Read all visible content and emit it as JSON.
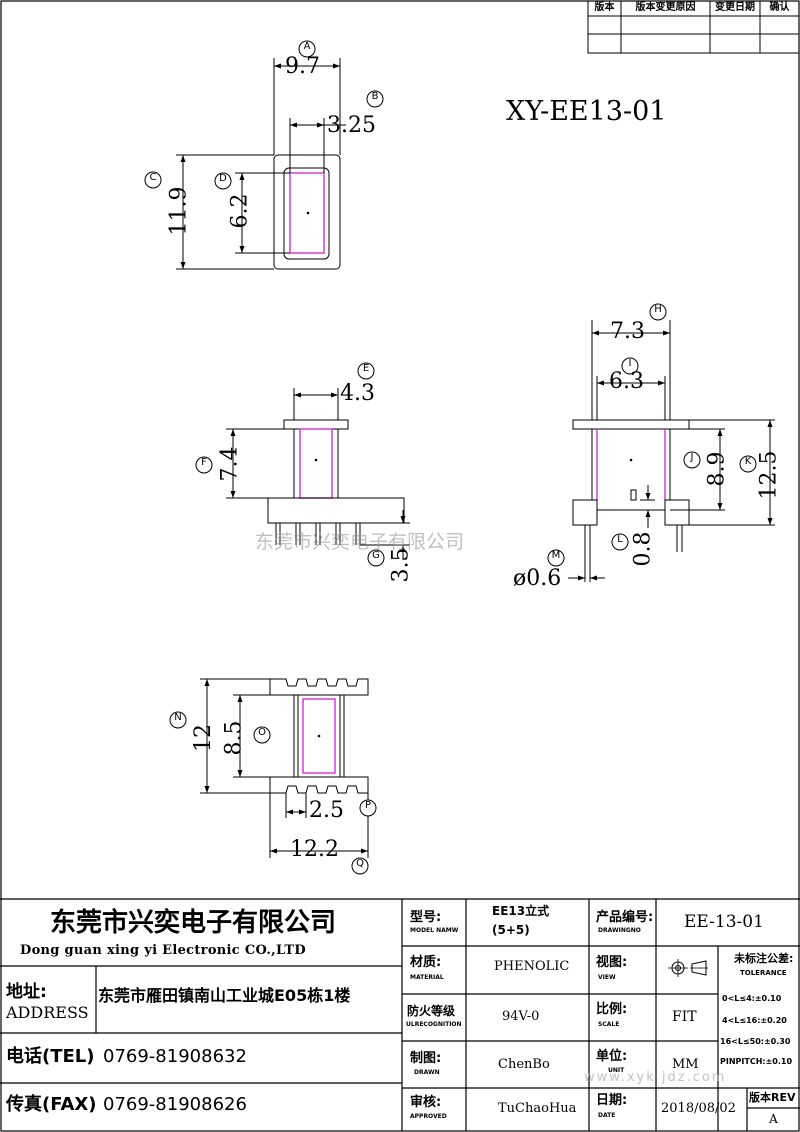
{
  "revision_table": {
    "headers": [
      "版本",
      "版本变更原因",
      "变更日期",
      "确认"
    ]
  },
  "drawing_title": "XY-EE13-01",
  "views": {
    "top": {
      "dims": [
        {
          "tag": "A",
          "value": "9.7"
        },
        {
          "tag": "B",
          "value": "3.25"
        },
        {
          "tag": "C",
          "value": "11.9"
        },
        {
          "tag": "D",
          "value": "6.2"
        }
      ]
    },
    "front": {
      "dims": [
        {
          "tag": "E",
          "value": "4.3"
        },
        {
          "tag": "F",
          "value": "7.4"
        },
        {
          "tag": "G",
          "value": "3.5"
        }
      ]
    },
    "side": {
      "dims": [
        {
          "tag": "H",
          "value": "7.3"
        },
        {
          "tag": "I",
          "value": "6.3"
        },
        {
          "tag": "J",
          "value": "8.9"
        },
        {
          "tag": "K",
          "value": "12.5"
        },
        {
          "tag": "L",
          "value": "0.8"
        },
        {
          "tag": "M",
          "value": "ø0.6"
        }
      ]
    },
    "bottom": {
      "dims": [
        {
          "tag": "N",
          "value": "12"
        },
        {
          "tag": "O",
          "value": "8.5"
        },
        {
          "tag": "P",
          "value": "2.5"
        },
        {
          "tag": "Q",
          "value": "12.2"
        }
      ]
    }
  },
  "watermark": "东莞市兴奕电子有限公司",
  "watermark_url": "www.xyk jdz.com",
  "title_block": {
    "company_cn": "东莞市兴奕电子有限公司",
    "company_en": "Dong guan xing yi Electronic CO.,LTD",
    "address_label_cn": "地址:",
    "address_label_en": "ADDRESS",
    "address": "东莞市雁田镇南山工业城E05栋1楼",
    "tel_label": "电话(TEL)",
    "tel": "0769-81908632",
    "fax_label": "传真(FAX)",
    "fax": "0769-81908626",
    "model_label": "型号:",
    "model_label_en": "MODEL NAMW",
    "model_line1": "EE13立式",
    "model_line2": "(5+5)",
    "drawing_no_label": "产品编号:",
    "drawing_no_label_en": "DRAWINGNO",
    "drawing_no": "EE-13-01",
    "material_label": "材质:",
    "material_label_en": "MATERIAL",
    "material": "PHENOLIC",
    "view_label": "视图:",
    "view_label_en": "VIEW",
    "tolerance_title": "未标注公差:",
    "tolerance_title_en": "TOLERANCE",
    "tolerance_1": "0<L≤4:±0.10",
    "tolerance_2": "4<L≤16:±0.20",
    "tolerance_3": "16<L≤50:±0.30",
    "tolerance_4": "PINPITCH:±0.10",
    "fire_label": "防火等级",
    "fire_label_en": "ULRECOGNITION",
    "fire": "94V-0",
    "scale_label": "比例:",
    "scale_label_en": "SCALE",
    "scale": "FIT",
    "drawn_label": "制图:",
    "drawn_label_en": "DRAWN",
    "drawn": "ChenBo",
    "unit_label": "单位:",
    "unit_label_en": "UNIT",
    "unit": "MM",
    "approved_label": "审核:",
    "approved_label_en": "APPROVED",
    "approved": "TuChaoHua",
    "date_label": "日期:",
    "date_label_en": "DATE",
    "date": "2018/08/02",
    "rev_label": "版本REV",
    "rev": "A"
  },
  "colors": {
    "line": "#000000",
    "coil": "#d62fd6"
  }
}
